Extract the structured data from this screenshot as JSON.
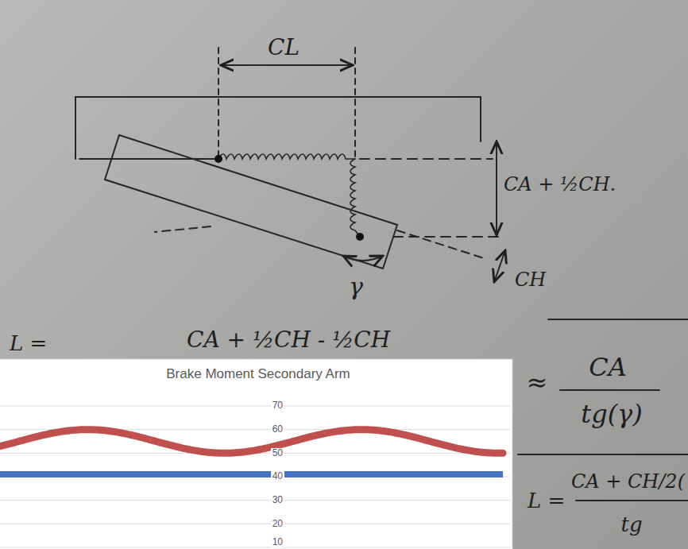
{
  "diagram": {
    "labels": [
      "CL",
      "CA + ½CH.",
      "CH",
      "γ",
      "L =",
      "CA + ½CH - ½CH",
      "≈",
      "CA",
      "tg(γ)",
      "L =",
      "CA + CH/2(",
      "tg",
      "Brake Moment Secondary Arm",
      "70",
      "60",
      "50",
      "40",
      "30",
      "20",
      "10"
    ]
  }
}
